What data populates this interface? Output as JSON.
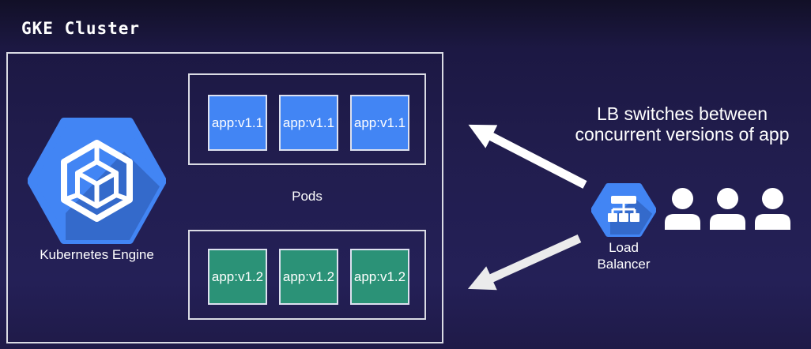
{
  "title": "GKE Cluster",
  "cluster": {
    "engine_label": "Kubernetes Engine",
    "pods_label": "Pods",
    "pods_v1": {
      "items": [
        "app:v1.1",
        "app:v1.1",
        "app:v1.1"
      ]
    },
    "pods_v2": {
      "items": [
        "app:v1.2",
        "app:v1.2",
        "app:v1.2"
      ]
    }
  },
  "annotation": {
    "line1": "LB switches between",
    "line2": "concurrent versions of app"
  },
  "load_balancer": {
    "label_line1": "Load",
    "label_line2": "Balancer"
  },
  "users_count": 3,
  "icons": {
    "kubernetes_engine": "hexagon-cube-icon",
    "load_balancer": "hexagon-tree-icon",
    "user": "person-icon",
    "arrows": "white-arrow"
  },
  "colors": {
    "pod-blue": "#4285f4",
    "pod-green": "#2b9277",
    "pod-border": "#dde1ef",
    "hex-blue": "#4285f4",
    "box-border": "#dadbe4",
    "arrow-top": "#ffffff",
    "arrow-bottom": "#ebebec",
    "text-white": "#ffffff"
  }
}
